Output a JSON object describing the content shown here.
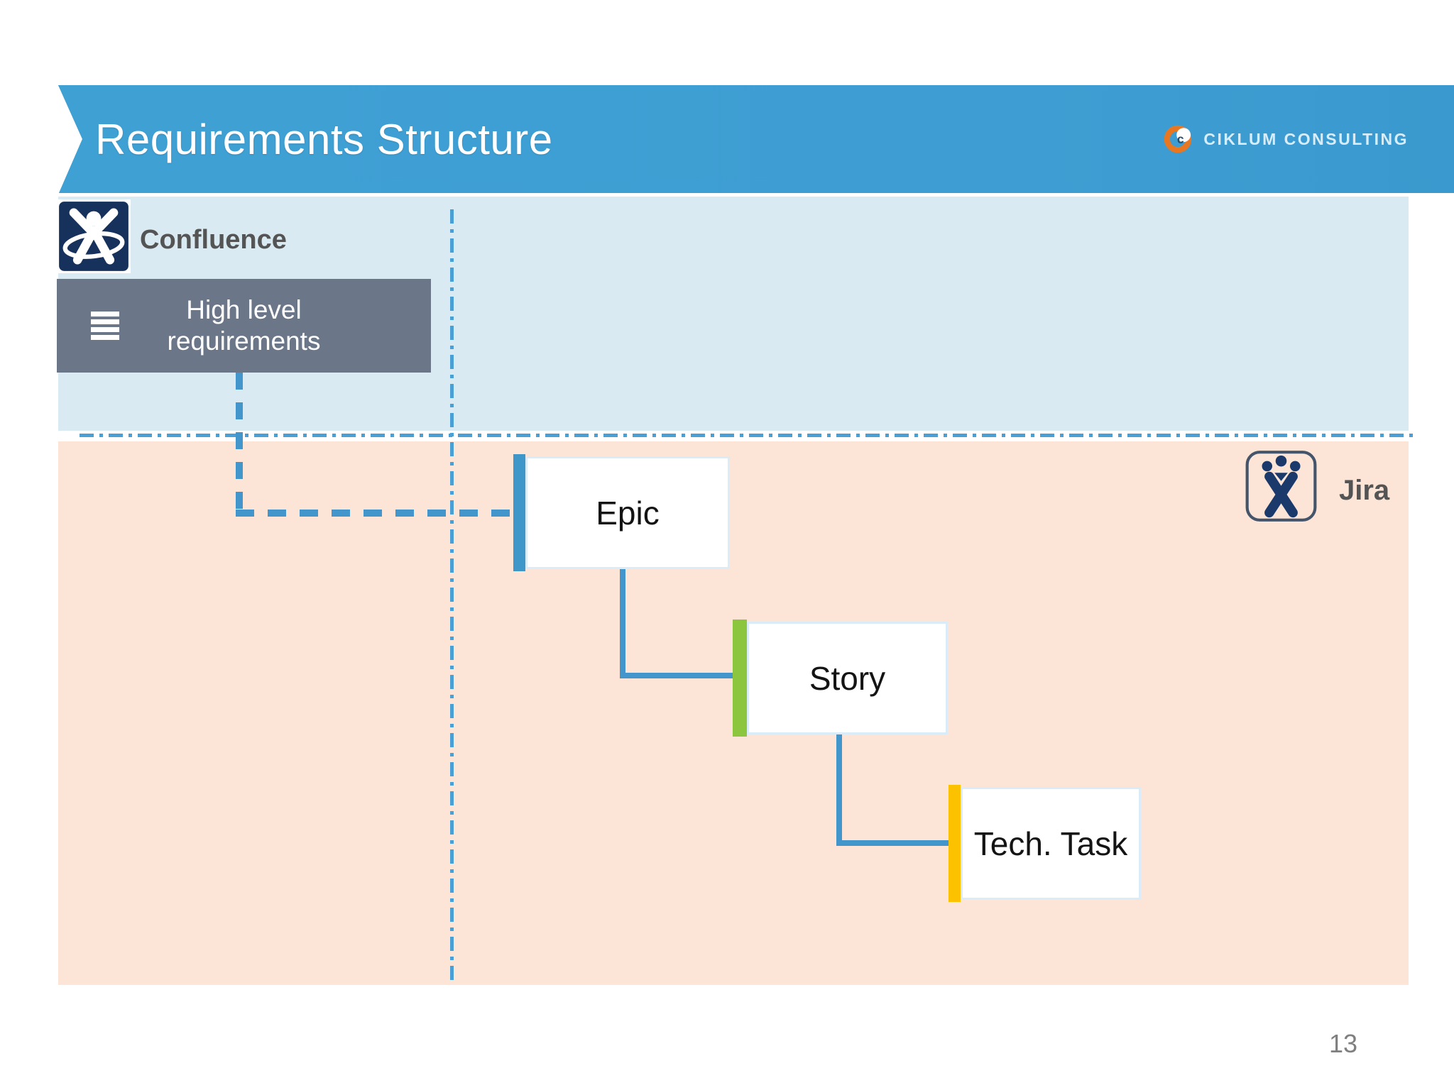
{
  "slide": {
    "title": "Requirements Structure",
    "page_number": "13"
  },
  "brand": {
    "name": "CIKLUM CONSULTING",
    "logo_color": "#e87722"
  },
  "confluence": {
    "label": "Confluence",
    "requirements_box": {
      "line1": "High level",
      "line2": "requirements",
      "icon": "list-icon",
      "background": "#6b7789"
    }
  },
  "jira": {
    "label": "Jira",
    "nodes": [
      {
        "id": "epic",
        "label": "Epic",
        "accent_color": "#3e96c9"
      },
      {
        "id": "story",
        "label": "Story",
        "accent_color": "#8cc63f"
      },
      {
        "id": "tech-task",
        "label": "Tech. Task",
        "accent_color": "#fcc200"
      }
    ]
  },
  "colors": {
    "banner": "#3e9ed3",
    "confluence_panel": "#daeaf2",
    "jira_panel": "#fce5d7",
    "connector": "#4296cc",
    "divider": "#4aa0d4"
  }
}
